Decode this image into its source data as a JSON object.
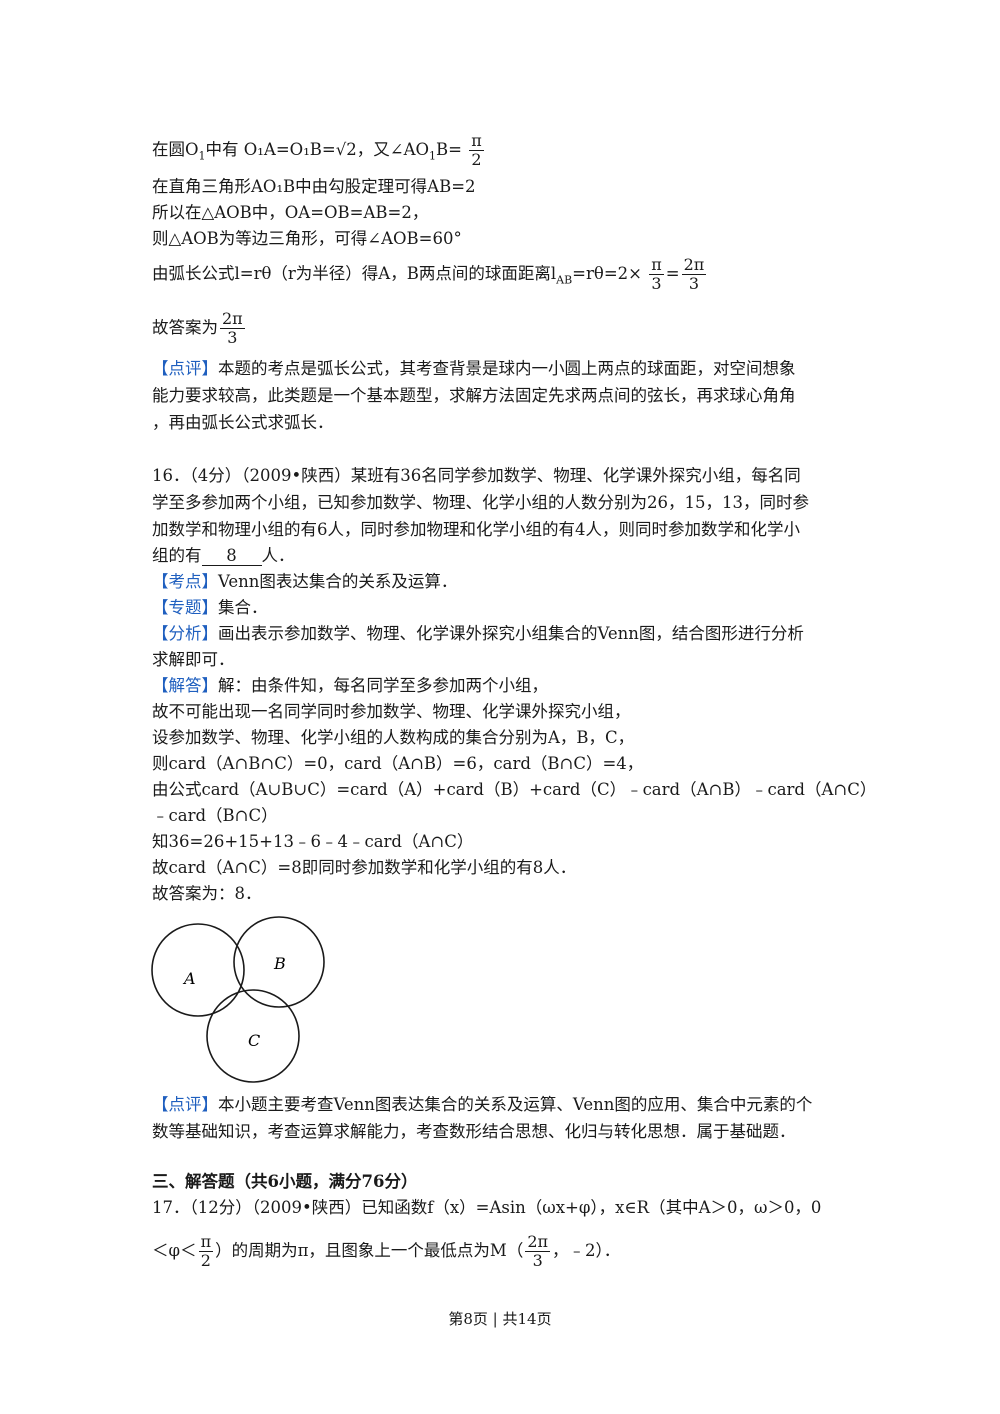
{
  "sol15": {
    "l1_a": "在圆O",
    "l1_sub": "1",
    "l1_b": "中有",
    "l1_eq": "O₁A=O₁B=√2，又∠AO",
    "l1_eq_sub": "1",
    "l1_eq_b": "B=",
    "l1_frac_n": "π",
    "l1_frac_d": "2",
    "l2": "在直角三角形AO₁B中由勾股定理可得AB=2",
    "l3": "所以在△AOB中，OA=OB=AB=2，",
    "l4": "则△AOB为等边三角形，可得∠AOB=60°",
    "l5_a": "由弧长公式l=rθ（r为半径）得A，B两点间的球面距离l",
    "l5_sub": "AB",
    "l5_b": "=rθ=2×",
    "l5_f1_n": "π",
    "l5_f1_d": "3",
    "l5_eq": "=",
    "l5_f2_n": "2π",
    "l5_f2_d": "3",
    "l6_a": "故答案为",
    "l6_f_n": "2π",
    "l6_f_d": "3",
    "review_tag": "【点评】",
    "review_1": "本题的考点是弧长公式，其考查背景是球内一小圆上两点的球面距，对空间想象",
    "review_2": "能力要求较高，此类题是一个基本题型，求解方法固定先求两点间的弦长，再求球心角角",
    "review_3": "，再由弧长公式求弧长．"
  },
  "q16": {
    "l1": "16．（4分）（2009•陕西）某班有36名同学参加数学、物理、化学课外探究小组，每名同",
    "l2": "学至多参加两个小组，已知参加数学、物理、化学小组的人数分别为26，15，13，同时参",
    "l3": "加数学和物理小组的有6人，同时参加物理和化学小组的有4人，则同时参加数学和化学小",
    "l4_a": "组的有",
    "answer": "8",
    "l4_b": "人．",
    "kaodian_tag": "【考点】",
    "kaodian": "Venn图表达集合的关系及运算．",
    "zhuanti_tag": "【专题】",
    "zhuanti": "集合．",
    "fenxi_tag": "【分析】",
    "fenxi_1": "画出表示参加数学、物理、化学课外探究小组集合的Venn图，结合图形进行分析",
    "fenxi_2": "求解即可．",
    "jieda_tag": "【解答】",
    "jieda_1": "解：由条件知，每名同学至多参加两个小组，",
    "s2": "故不可能出现一名同学同时参加数学、物理、化学课外探究小组，",
    "s3": "设参加数学、物理、化学小组的人数构成的集合分别为A，B，C，",
    "s4": "则card（A∩B∩C）=0，card（A∩B）=6，card（B∩C）=4，",
    "s5": "由公式card（A∪B∪C）=card（A）+card（B）+card（C）﹣card（A∩B）﹣card（A∩C）",
    "s6": "﹣card（B∩C）",
    "s7": "知36=26+15+13﹣6﹣4﹣card（A∩C）",
    "s8": "故card（A∩C）=8即同时参加数学和化学小组的有8人．",
    "s9": "故答案为：8．",
    "venn": {
      "labelA": "A",
      "labelB": "B",
      "labelC": "C"
    },
    "review_tag": "【点评】",
    "review_1": "本小题主要考查Venn图表达集合的关系及运算、Venn图的应用、集合中元素的个",
    "review_2": "数等基础知识，考查运算求解能力，考查数形结合思想、化归与转化思想．属于基础题．"
  },
  "section3": "三、解答题（共6小题，满分76分）",
  "q17": {
    "l1": "17．（12分）（2009•陕西）已知函数f（x）=Asin（ωx+φ），x∈R（其中A＞0，ω＞0，0",
    "l2_a": "＜φ＜",
    "l2_f1_n": "π",
    "l2_f1_d": "2",
    "l2_b": "）的周期为π，且图象上一个最低点为M（",
    "l2_f2_n": "2π",
    "l2_f2_d": "3",
    "l2_c": "，﹣2）．"
  },
  "footer": "第8页 | 共14页"
}
